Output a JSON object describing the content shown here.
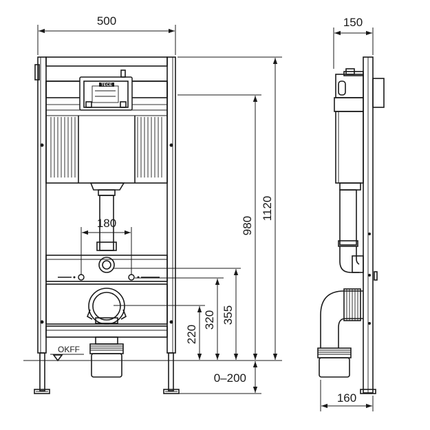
{
  "dimensions": {
    "front_width": "500",
    "side_depth_top": "150",
    "side_depth_bottom": "160",
    "hole_spacing": "180",
    "total_height": "1120",
    "tank_height": "980",
    "height_355": "355",
    "height_320": "320",
    "height_220": "220",
    "floor_adjust": "0–200"
  },
  "labels": {
    "floor_level": "OKFF",
    "brand_logo": "TECE"
  }
}
